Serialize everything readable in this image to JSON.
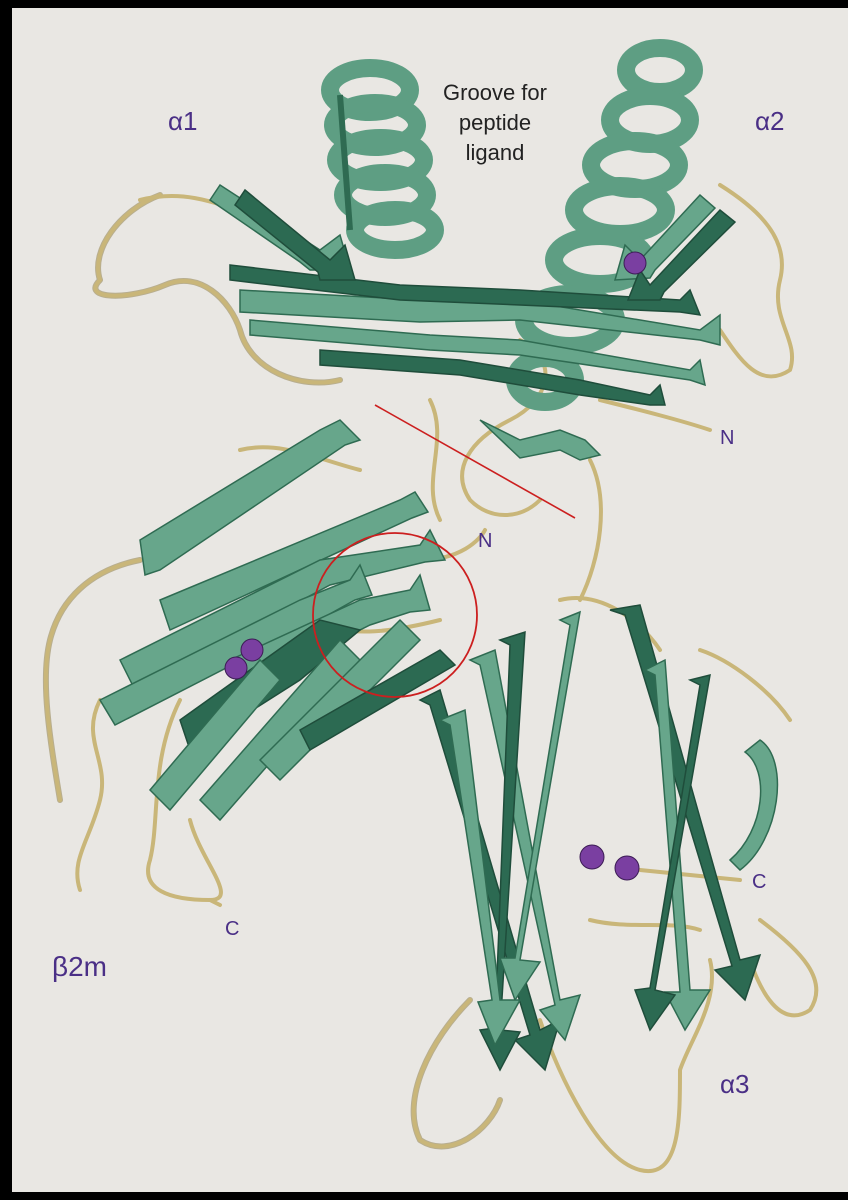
{
  "labels": {
    "alpha1": "α1",
    "alpha2": "α2",
    "alpha3": "α3",
    "beta2m": "β2m",
    "groove_line1": "Groove for",
    "groove_line2": "peptide",
    "groove_line3": "ligand",
    "n_top": "N",
    "n_mid": "N",
    "c_left": "C",
    "c_right": "C"
  },
  "colors": {
    "background": "#e9e7e3",
    "border": "#000000",
    "ribbon_light": "#67a68b",
    "ribbon_dark": "#2c6a52",
    "coil": "#c9b679",
    "atom": "#7a3fa1",
    "label": "#4a2f86",
    "annotation_red": "#cc1f1f"
  }
}
